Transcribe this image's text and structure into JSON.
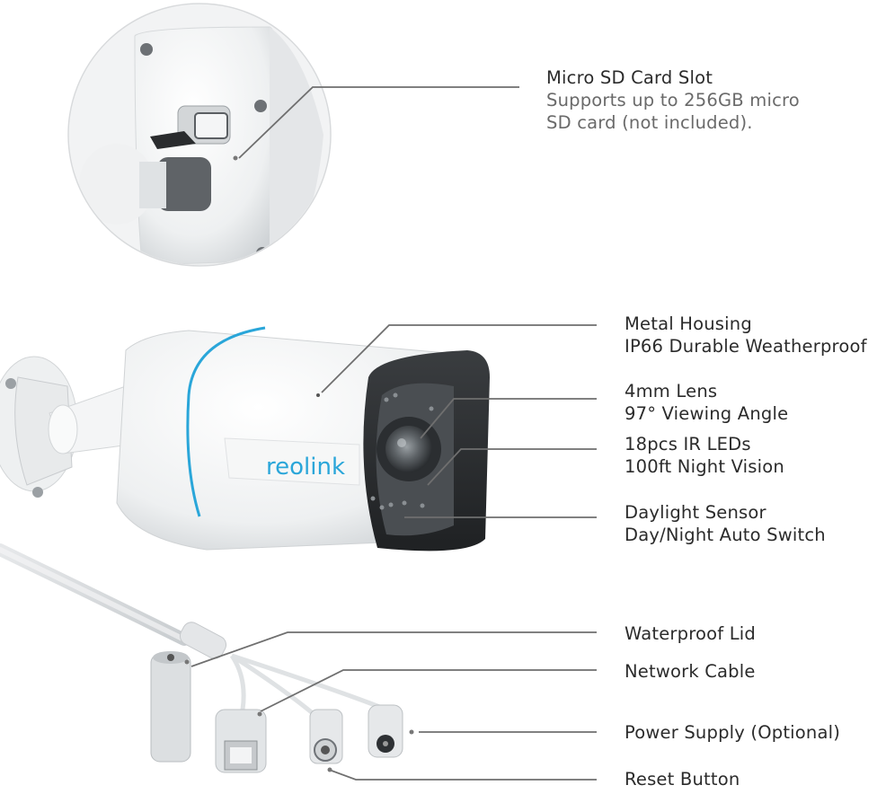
{
  "brand": {
    "logo_text": "reolink",
    "accent_color": "#2aa6d9"
  },
  "callouts": {
    "sd_slot": {
      "title": "Micro SD Card Slot",
      "line1": "Supports up to 256GB micro",
      "line2": "SD card (not included)."
    },
    "housing": {
      "line1": "Metal Housing",
      "line2": "IP66 Durable Weatherproof"
    },
    "lens": {
      "line1": "4mm Lens",
      "line2": "97° Viewing Angle"
    },
    "ir": {
      "line1": "18pcs IR LEDs",
      "line2": "100ft Night Vision"
    },
    "sensor": {
      "line1": "Daylight Sensor",
      "line2": "Day/Night Auto Switch"
    },
    "lid": {
      "line1": "Waterproof Lid"
    },
    "network": {
      "line1": "Network Cable"
    },
    "power": {
      "line1": "Power Supply (Optional)"
    },
    "reset": {
      "line1": "Reset Button"
    }
  }
}
